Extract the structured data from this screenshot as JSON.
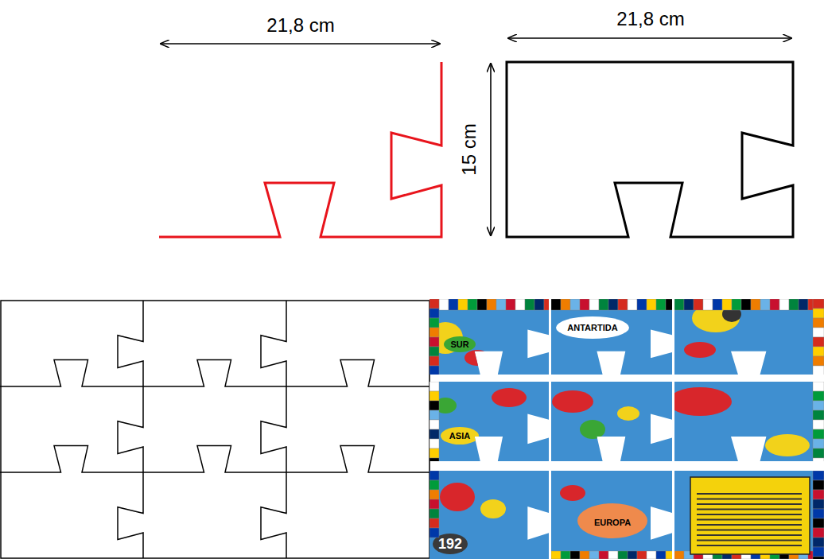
{
  "diagram": {
    "labels": [
      "21,8 cm",
      "21,8 cm",
      "15 cm",
      "ANTARTIDA",
      "SUR",
      "ASIA",
      "EUROPA",
      "192"
    ]
  }
}
